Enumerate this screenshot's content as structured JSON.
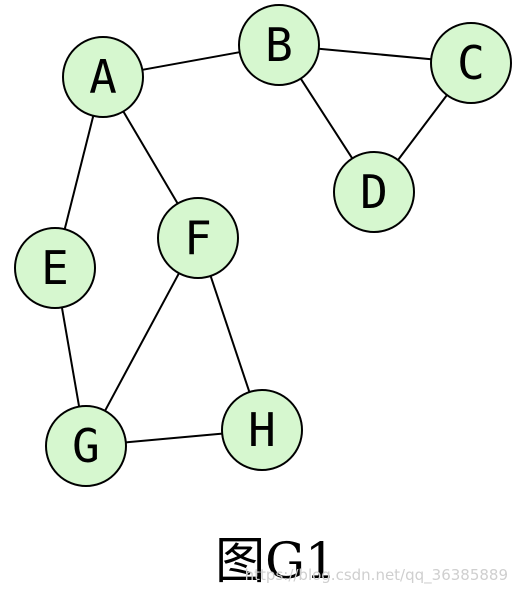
{
  "diagram": {
    "type": "undirected-graph",
    "node_fill_color": "#d6f7cf",
    "edge_color": "#000000",
    "nodes": [
      {
        "id": "A",
        "label": "A"
      },
      {
        "id": "B",
        "label": "B"
      },
      {
        "id": "C",
        "label": "C"
      },
      {
        "id": "D",
        "label": "D"
      },
      {
        "id": "E",
        "label": "E"
      },
      {
        "id": "F",
        "label": "F"
      },
      {
        "id": "G",
        "label": "G"
      },
      {
        "id": "H",
        "label": "H"
      }
    ],
    "edges": [
      [
        "A",
        "B"
      ],
      [
        "B",
        "C"
      ],
      [
        "B",
        "D"
      ],
      [
        "C",
        "D"
      ],
      [
        "A",
        "E"
      ],
      [
        "A",
        "F"
      ],
      [
        "E",
        "G"
      ],
      [
        "F",
        "G"
      ],
      [
        "F",
        "H"
      ],
      [
        "G",
        "H"
      ]
    ],
    "caption": "图G1"
  },
  "watermark": "https://blog.csdn.net/qq_36385889"
}
